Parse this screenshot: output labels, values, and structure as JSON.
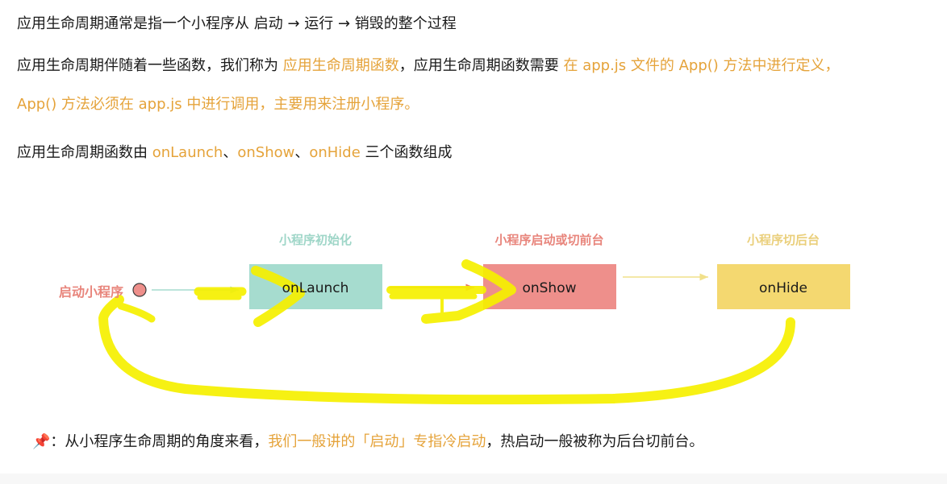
{
  "text": {
    "line1": "应用生命周期通常是指一个小程序从 启动 → 运行 → 销毁的整个过程",
    "line2": {
      "part1": "应用生命周期伴随着一些函数，我们称为 ",
      "hl1": "应用生命周期函数",
      "part2": "，应用生命周期函数需要 ",
      "hl2": "在 app.js 文件的 App() 方法中进行定义，"
    },
    "line3": {
      "hl": "App() 方法必须在 app.js 中进行调用，主要用来注册小程序。"
    },
    "line4": {
      "part1": "应用生命周期函数由 ",
      "hl1": "onLaunch",
      "sep1": "、",
      "hl2": "onShow",
      "sep2": "、",
      "hl3": "onHide",
      "part2": " 三个函数组成"
    },
    "note": {
      "icon": "📌",
      "colon": "：",
      "part1": "从小程序生命周期的角度来看，",
      "hl": "我们一般讲的「启动」专指冷启动",
      "part2": "，热启动一般被称为后台切前台。"
    }
  },
  "diagram": {
    "start_label": "启动小程序",
    "stages": [
      {
        "caption": "小程序初始化",
        "name": "onLaunch"
      },
      {
        "caption": "小程序启动或切前台",
        "name": "onShow"
      },
      {
        "caption": "小程序切后台",
        "name": "onHide"
      }
    ]
  },
  "colors": {
    "highlight_text": "#e5a33a",
    "start_label": "#e8857c",
    "start_dot": "#ee8f8b",
    "onlaunch_box": "#a6dccf",
    "onlaunch_caption": "#9fd6c8",
    "onshow_box": "#ee8f8b",
    "onshow_caption": "#e8857c",
    "onhide_box": "#f4d870",
    "onhide_caption": "#eacf7b",
    "marker": "#f6f000"
  }
}
